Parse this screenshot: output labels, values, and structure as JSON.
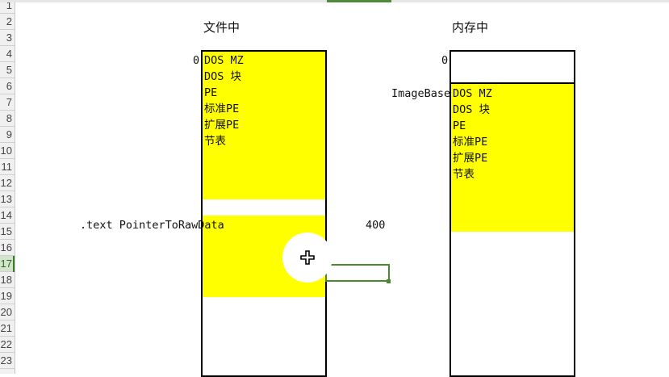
{
  "row_numbers": [
    "1",
    "2",
    "3",
    "4",
    "5",
    "6",
    "7",
    "8",
    "9",
    "10",
    "11",
    "12",
    "13",
    "14",
    "15",
    "16",
    "17",
    "18",
    "19",
    "20",
    "21",
    "22",
    "23"
  ],
  "active_row": "17",
  "headings": {
    "file": "文件中",
    "memory": "内存中"
  },
  "file_column": {
    "offset_label": "0",
    "header_items": [
      "DOS MZ",
      "DOS 块",
      "PE",
      "标准PE",
      "扩展PE",
      "节表"
    ],
    "section_label": ".text PointerToRawData",
    "section_value": "400"
  },
  "memory_column": {
    "offset_label": "0",
    "base_label": "ImageBase",
    "header_items": [
      "DOS MZ",
      "DOS 块",
      "PE",
      "标准PE",
      "扩展PE",
      "节表"
    ]
  },
  "colors": {
    "highlight": "#ffff00",
    "selection": "#4a8a2e",
    "border": "#000000"
  },
  "icons": {
    "cursor": "move-cursor-icon"
  }
}
